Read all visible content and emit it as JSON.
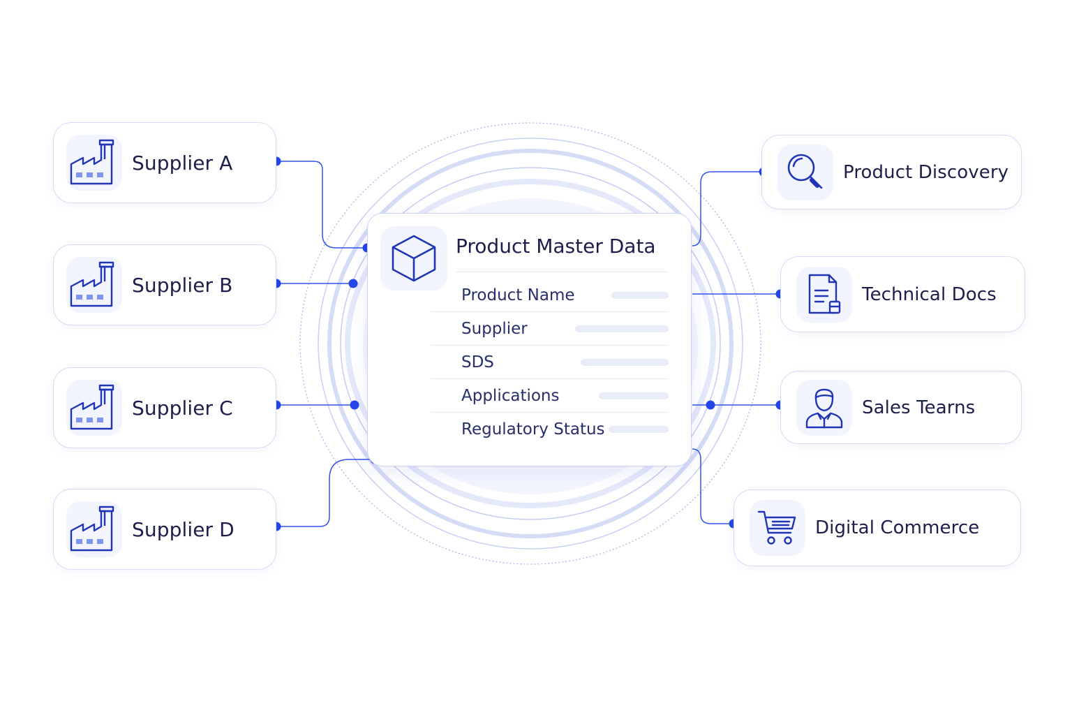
{
  "hub": {
    "title": "Product Master Data",
    "icon": "cube-icon",
    "fields": [
      {
        "label": "Product Name"
      },
      {
        "label": "Supplier"
      },
      {
        "label": "SDS"
      },
      {
        "label": "Applications"
      },
      {
        "label": "Regulatory Status"
      }
    ]
  },
  "suppliers": [
    {
      "label": "Supplier A",
      "icon": "factory-icon"
    },
    {
      "label": "Supplier B",
      "icon": "factory-icon"
    },
    {
      "label": "Supplier C",
      "icon": "factory-icon"
    },
    {
      "label": "Supplier D",
      "icon": "factory-icon"
    }
  ],
  "consumers": [
    {
      "label": "Product Discovery",
      "icon": "magnifier-icon"
    },
    {
      "label": "Technical Docs",
      "icon": "document-icon"
    },
    {
      "label": "Sales Tearns",
      "icon": "person-icon"
    },
    {
      "label": "Digital Commerce",
      "icon": "shopping-cart-icon"
    }
  ],
  "colors": {
    "accent": "#2446e8",
    "icon_stroke": "#1f35b5",
    "ring": "#c7d0f3",
    "node_border": "#d5dcf5",
    "text": "#1b1f4a"
  }
}
